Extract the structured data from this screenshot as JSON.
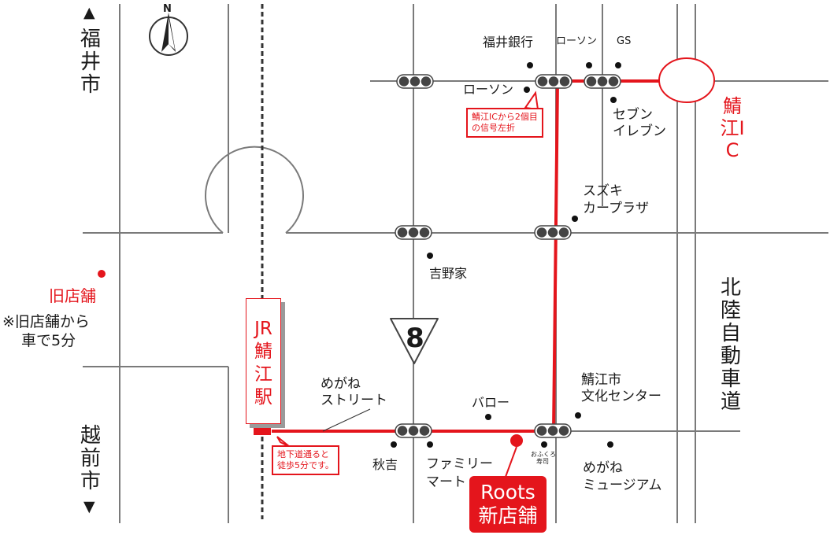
{
  "colors": {
    "route": "#e4151c",
    "road": "#7a7a7a",
    "signal": "#444444",
    "text": "#1a1a1a"
  },
  "compass": {
    "label": "N",
    "icon": "north-arrow-icon"
  },
  "direction_labels": {
    "north_arrow": "▲",
    "north_city": "福井市",
    "south_city": "越前市",
    "south_arrow": "▼"
  },
  "interchange_label": "鯖江IC",
  "expressway_label": "北陸自動車道",
  "landmarks": {
    "fukui_bank": "福井銀行",
    "lawson_top": "ローソン",
    "gs": "GS",
    "lawson_left": "ローソン",
    "seven_eleven": [
      "セブン",
      "イレブン"
    ],
    "suzuki_plaza": [
      "スズキ",
      "カープラザ"
    ],
    "yoshinoya": "吉野家",
    "megane_street": [
      "めがね",
      "ストリート"
    ],
    "barrow": "バロー",
    "culture_center": [
      "鯖江市",
      "文化センター"
    ],
    "akiyoshi": "秋吉",
    "family_mart": [
      "ファミリー",
      "マート"
    ],
    "ofukuro_sushi": [
      "おふくろ",
      "寿司"
    ],
    "megane_museum": [
      "めがね",
      "ミュージアム"
    ]
  },
  "callouts": {
    "left_turn": "鯖江ICから2個目\nの信号左折",
    "underpass": "地下道通ると\n徒歩5分です。"
  },
  "old_store": {
    "label": "旧店舗",
    "note_lines": [
      "※旧店舗から",
      "車で5分"
    ]
  },
  "station": {
    "lines": [
      "JR",
      "鯖",
      "江",
      "駅"
    ]
  },
  "route_number": "8",
  "new_store": {
    "lines": [
      "Roots",
      "新店舗"
    ]
  }
}
